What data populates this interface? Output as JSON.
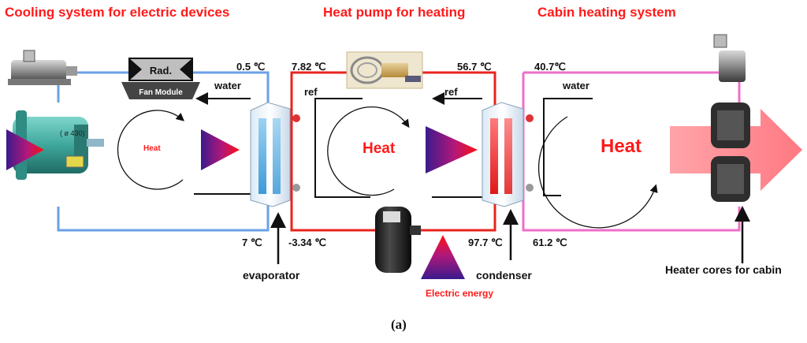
{
  "titles": {
    "cooling": "Cooling system for electric devices",
    "heatpump": "Heat pump for heating",
    "cabin": "Cabin heating system"
  },
  "temps": {
    "cool_top": "0.5 ℃",
    "cool_bottom": "7 ℃",
    "ref_top_left": "7.82 ℃",
    "ref_bottom_left": "-3.34 ℃",
    "ref_top_right": "56.7 ℃",
    "ref_bottom_right": "97.7 ℃",
    "cabin_top": "40.7℃",
    "cabin_bottom": "61.2 ℃"
  },
  "labels": {
    "water_left": "water",
    "water_right": "water",
    "ref_left": "ref",
    "ref_right": "ref",
    "heat_small": "Heat",
    "heat_mid": "Heat",
    "heat_big": "Heat",
    "radiator": "Rad.",
    "fan_module": "Fan Module",
    "motor_mark": "( ø 430)",
    "evaporator": "evaporator",
    "condenser": "condenser",
    "electric_energy": "Electric energy",
    "heater_cores": "Heater cores for cabin",
    "caption": "(a)"
  },
  "colors": {
    "cooling_loop": "#6aa0e8",
    "refrigerant_loop": "#e8241e",
    "cabin_loop": "#ee6fc8",
    "title": "#ff1a1a"
  }
}
